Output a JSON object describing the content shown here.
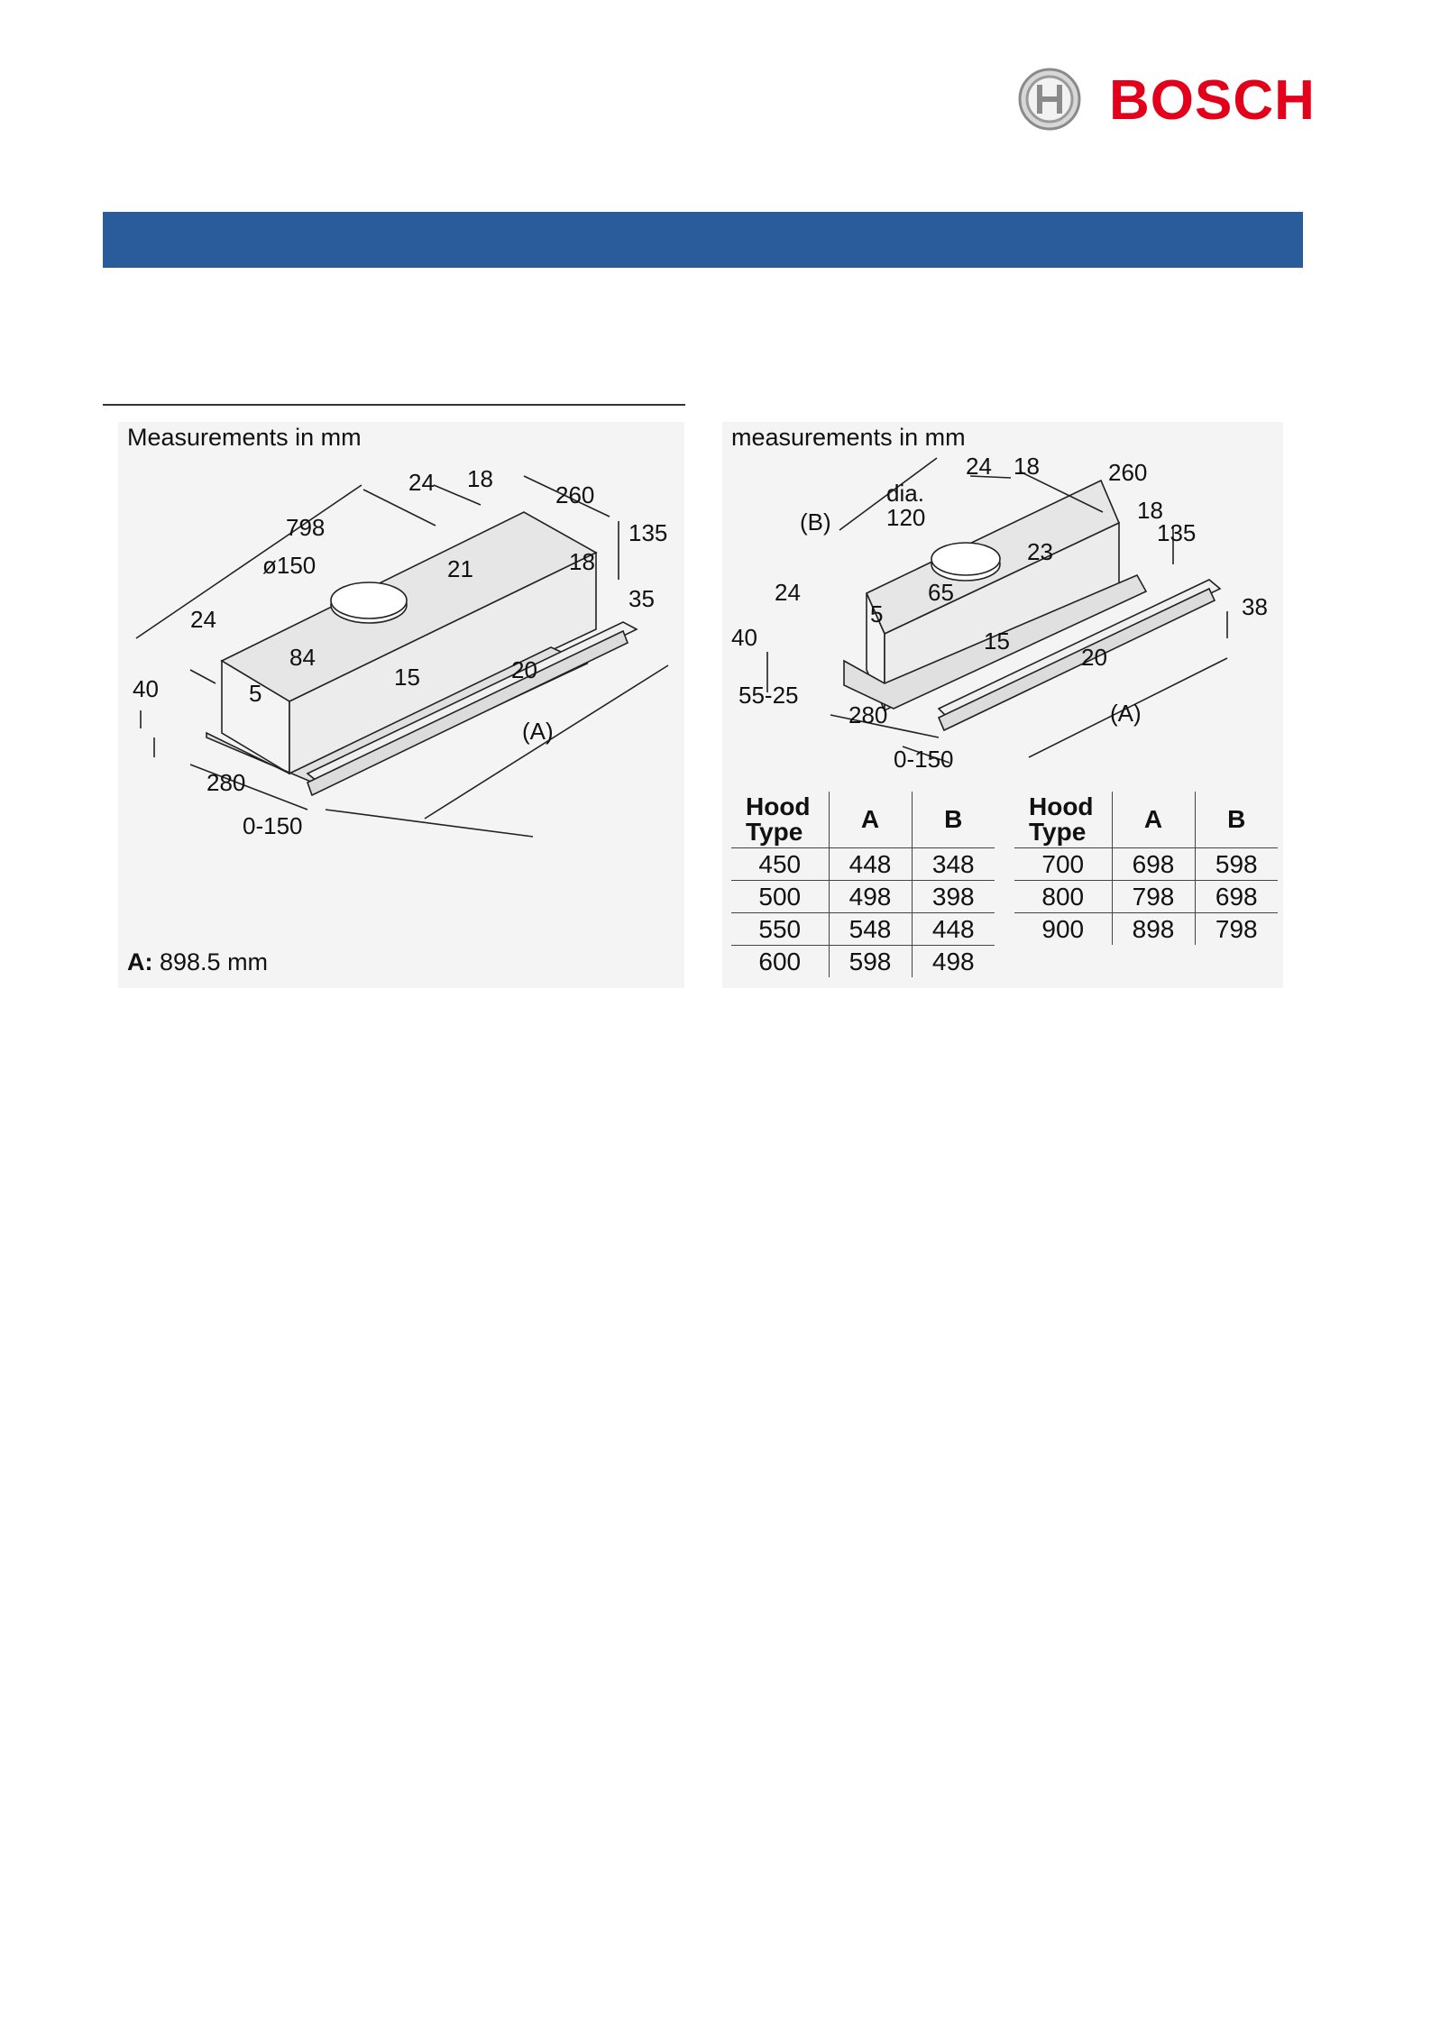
{
  "brand": {
    "name": "BOSCH",
    "color": "#e2001a",
    "emblem": "bosch-armature-icon"
  },
  "banner": {
    "color": "#2a5c9c"
  },
  "left_drawing": {
    "title": "Measurements in mm",
    "dims": {
      "d798": "798",
      "d24a": "24",
      "d18a": "18",
      "d260": "260",
      "d135": "135",
      "d150": "ø150",
      "d21": "21",
      "d18b": "18",
      "d35": "35",
      "d24b": "24",
      "d84": "84",
      "d40": "40",
      "d5": "5",
      "d15": "15",
      "d20": "20",
      "dA": "(A)",
      "d280": "280",
      "d0150": "0-150"
    },
    "note_label": "A:",
    "note_value": " 898.5 mm"
  },
  "right_drawing": {
    "title": "measurements in mm",
    "dims": {
      "d24a": "24",
      "d18a": "18",
      "d260": "260",
      "ddia": "dia.",
      "d120": "120",
      "dB": "(B)",
      "d18b": "18",
      "d135": "135",
      "d23": "23",
      "d24b": "24",
      "d65": "65",
      "d5": "5",
      "d38": "38",
      "d40": "40",
      "d15": "15",
      "d20": "20",
      "d5525": "55-25",
      "d280": "280",
      "dA": "(A)",
      "d0150": "0-150"
    }
  },
  "tables": [
    {
      "headers": [
        "Hood Type",
        "A",
        "B"
      ],
      "rows": [
        [
          "450",
          "448",
          "348"
        ],
        [
          "500",
          "498",
          "398"
        ],
        [
          "550",
          "548",
          "448"
        ],
        [
          "600",
          "598",
          "498"
        ]
      ]
    },
    {
      "headers": [
        "Hood Type",
        "A",
        "B"
      ],
      "rows": [
        [
          "700",
          "698",
          "598"
        ],
        [
          "800",
          "798",
          "698"
        ],
        [
          "900",
          "898",
          "798"
        ]
      ]
    }
  ]
}
